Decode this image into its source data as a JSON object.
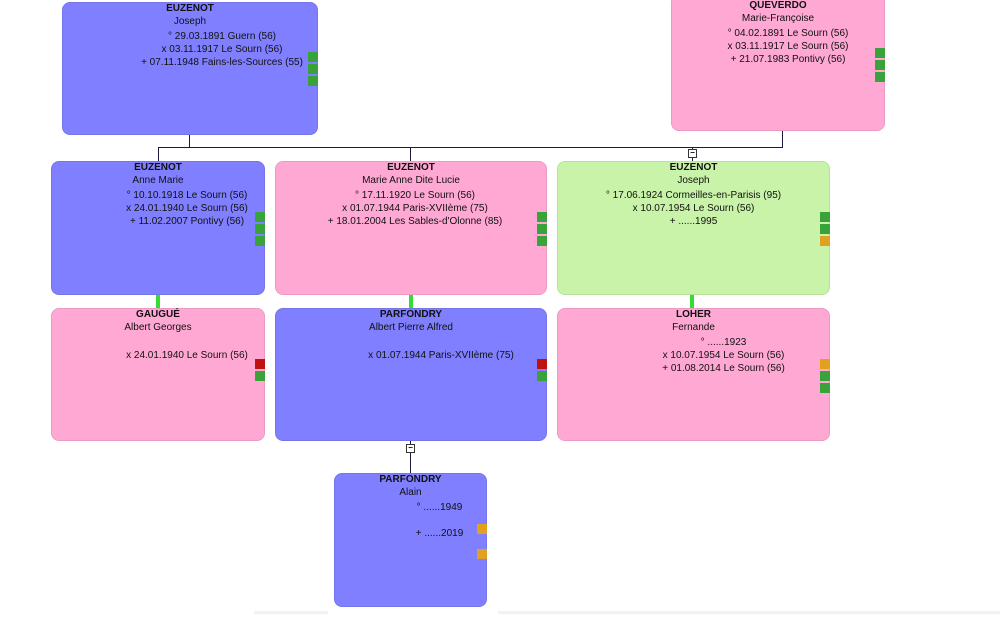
{
  "colors": {
    "male": "#7f7fff",
    "female": "#ffa8d4",
    "unknown": "#c8f3a8",
    "mark_green": "#3aa23a",
    "mark_red": "#c01010",
    "mark_orange": "#e0a020",
    "spouse_link": "#33dd33",
    "tree_line": "#1a1a3a"
  },
  "toggle_symbol": "−",
  "persons": {
    "p_joseph_father": {
      "surname": "EUZENOT",
      "given": "Joseph",
      "events": [
        "° 29.03.1891 Guern (56)",
        "x 03.11.1917 Le Sourn (56)",
        "+ 07.11.1948 Fains-les-Sources (55)"
      ],
      "marks": [
        "green",
        "green",
        "green"
      ]
    },
    "p_queverdo": {
      "surname": "QUEVERDO",
      "given": "Marie-Françoise",
      "events": [
        "° 04.02.1891 Le Sourn (56)",
        "x 03.11.1917 Le Sourn (56)",
        "+ 21.07.1983 Pontivy (56)"
      ],
      "marks": [
        "green",
        "green",
        "green"
      ]
    },
    "p_anne_marie": {
      "surname": "EUZENOT",
      "given": "Anne Marie",
      "events": [
        "° 10.10.1918 Le Sourn (56)",
        "x 24.01.1940 Le Sourn (56)",
        "+ 11.02.2007 Pontivy (56)"
      ],
      "marks": [
        "green",
        "green",
        "green"
      ]
    },
    "p_marie_anne": {
      "surname": "EUZENOT",
      "given": "Marie Anne Dite Lucie",
      "events": [
        "° 17.11.1920 Le Sourn (56)",
        "x 01.07.1944 Paris-XVIIème (75)",
        "+ 18.01.2004 Les Sables-d'Olonne (85)"
      ],
      "marks": [
        "green",
        "green",
        "green"
      ]
    },
    "p_joseph_son": {
      "surname": "EUZENOT",
      "given": "Joseph",
      "events": [
        "° 17.06.1924 Cormeilles-en-Parisis (95)",
        "x 10.07.1954 Le Sourn (56)",
        "+ ......1995"
      ],
      "marks": [
        "green",
        "green",
        "orange"
      ]
    },
    "p_gaugue": {
      "surname": "GAUGUÉ",
      "given": "Albert Georges",
      "events": [
        "",
        "x 24.01.1940 Le Sourn (56)"
      ],
      "marks": [
        "red",
        "green"
      ]
    },
    "p_parfondry_albert": {
      "surname": "PARFONDRY",
      "given": "Albert Pierre Alfred",
      "events": [
        "",
        "x 01.07.1944 Paris-XVIIème (75)"
      ],
      "marks": [
        "red",
        "green"
      ]
    },
    "p_loher": {
      "surname": "LOHER",
      "given": "Fernande",
      "events": [
        "° ......1923",
        "x 10.07.1954 Le Sourn (56)",
        "+ 01.08.2014 Le Sourn (56)"
      ],
      "marks": [
        "orange",
        "green",
        "green"
      ]
    },
    "p_parfondry_alain": {
      "surname": "PARFONDRY",
      "given": "Alain",
      "events": [
        "° ......1949",
        "",
        "+ ......2019"
      ],
      "marks": [
        "orange",
        "orange"
      ]
    }
  }
}
